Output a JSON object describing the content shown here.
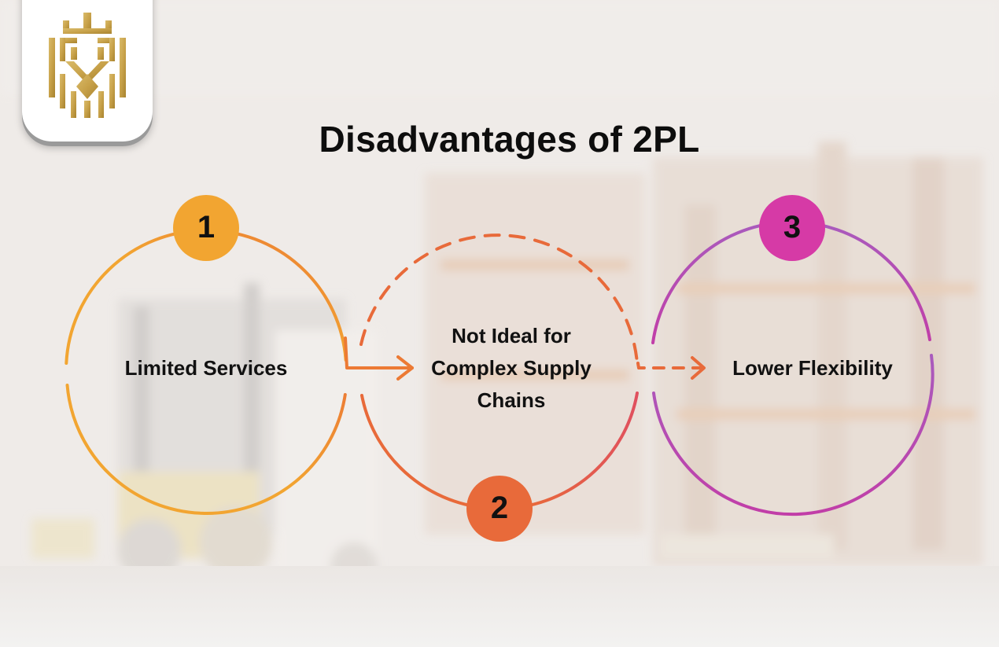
{
  "title": "Disadvantages of 2PL",
  "logo": {
    "icon": "crown-shield-logo-icon",
    "color": "#c9a74a"
  },
  "colors": {
    "step1": "#f2a531",
    "step2": "#e86a3a",
    "step2_end": "#e0505e",
    "step3": "#d63aa6",
    "step3_ring": "#b150b8"
  },
  "steps": [
    {
      "number": "1",
      "label": "Limited Services"
    },
    {
      "number": "2",
      "label_lines": [
        "Not Ideal for",
        "Complex Supply",
        "Chains"
      ]
    },
    {
      "number": "3",
      "label": "Lower Flexibility"
    }
  ],
  "connectors": [
    {
      "from": "1",
      "to": "2",
      "style": "solid-arrow"
    },
    {
      "from": "2",
      "to": "3",
      "style": "dashed-arrow"
    }
  ]
}
